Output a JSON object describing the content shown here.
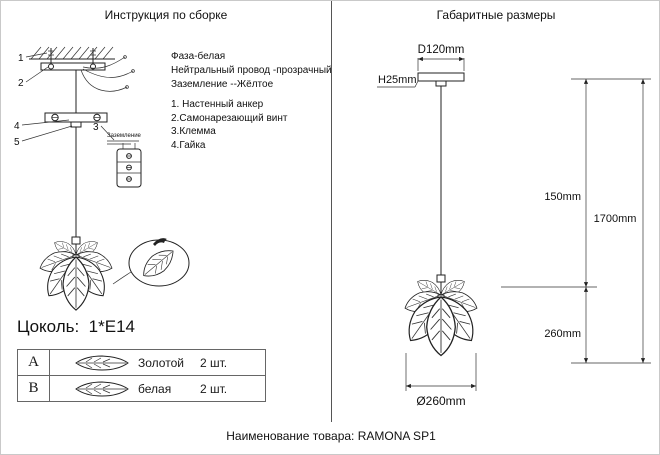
{
  "page": {
    "footer": "Наименование товара: RAMONA SP1"
  },
  "left": {
    "title": "Инструкция по сборке",
    "wire_notes": [
      "Фаза-белая",
      "Нейтральный провод -прозрачный",
      "Заземление --Жёлтое"
    ],
    "parts_list": [
      "1. Настенный анкер",
      "2.Самонарезающий винт",
      "3.Клемма",
      "4.Гайка"
    ],
    "callouts": [
      "1",
      "2",
      "3",
      "4",
      "5"
    ],
    "ground_label": "Заземление",
    "socket_label": "Цоколь:  1*E14",
    "table": {
      "rows": [
        {
          "key": "A",
          "name": "Золотой",
          "qty": "2 шт."
        },
        {
          "key": "B",
          "name": "белая",
          "qty": "2 шт."
        }
      ]
    }
  },
  "right": {
    "title": "Габаритные размеры",
    "dimensions": {
      "plate_diameter": "D120mm",
      "plate_height": "H25mm",
      "drop_section": "150mm",
      "total_height": "1700mm",
      "shade_height": "260mm",
      "shade_diameter": "Ø260mm"
    }
  }
}
